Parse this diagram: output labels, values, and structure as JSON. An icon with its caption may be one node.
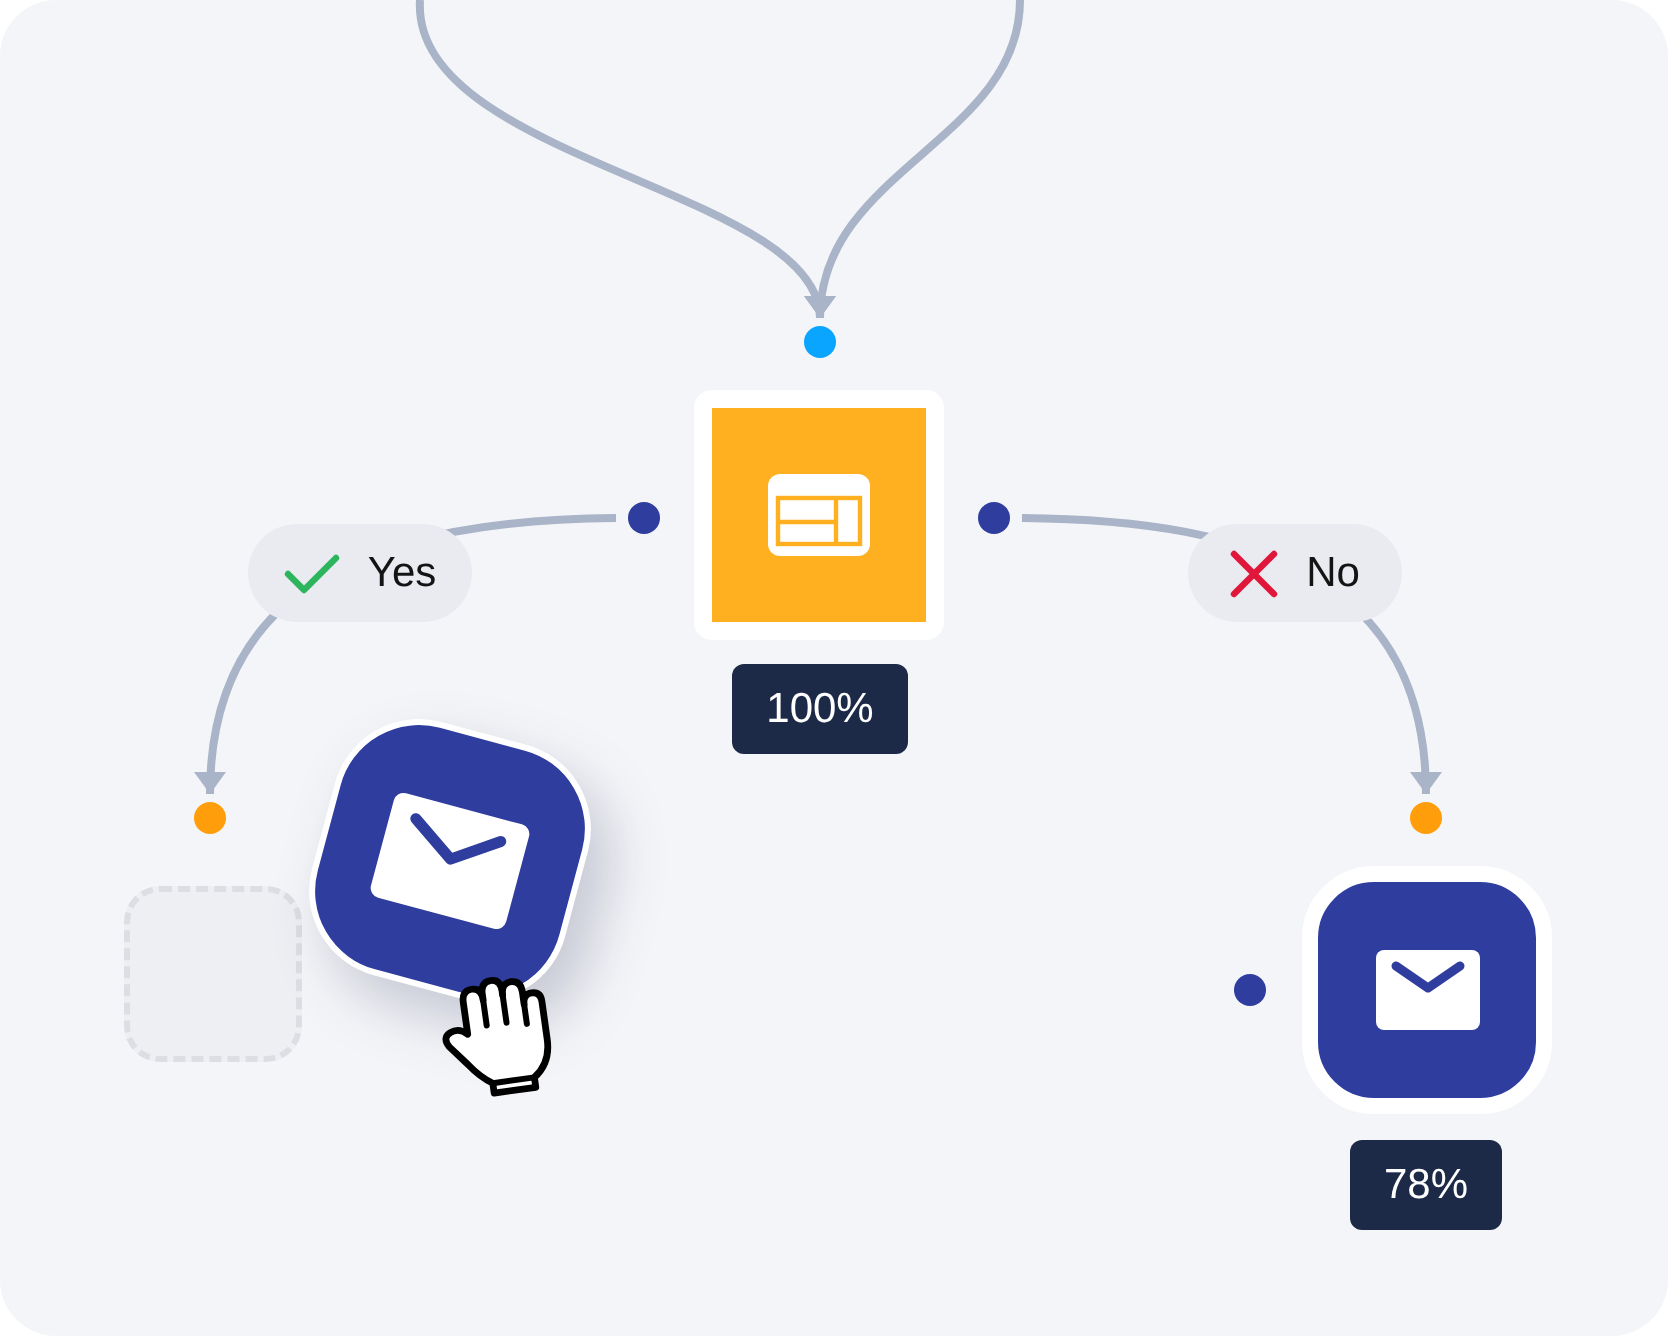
{
  "diagram": {
    "nodes": [
      {
        "text": [],
        "shape": "circle"
      },
      {
        "text": [],
        "shape": "circle"
      },
      {
        "text": [],
        "shape": "box",
        "beside": [
          "100%"
        ]
      },
      {
        "text": [],
        "shape": "circle"
      },
      {
        "text": [],
        "shape": "circle"
      },
      {
        "text": [],
        "shape": "circle"
      },
      {
        "text": [],
        "shape": "box"
      },
      {
        "text": [],
        "shape": "box"
      },
      {
        "text": [],
        "shape": "circle"
      },
      {
        "text": [],
        "shape": "box",
        "beside": [
          "78%"
        ]
      }
    ],
    "edges": [
      {
        "from": null,
        "to": 0,
        "arrow": "to"
      },
      {
        "from": null,
        "to": 0,
        "arrow": "to"
      },
      {
        "from": 1,
        "to": 4,
        "arrow": "to",
        "label": "Yes"
      },
      {
        "from": 3,
        "to": 5,
        "arrow": "to",
        "label": "No"
      }
    ]
  }
}
